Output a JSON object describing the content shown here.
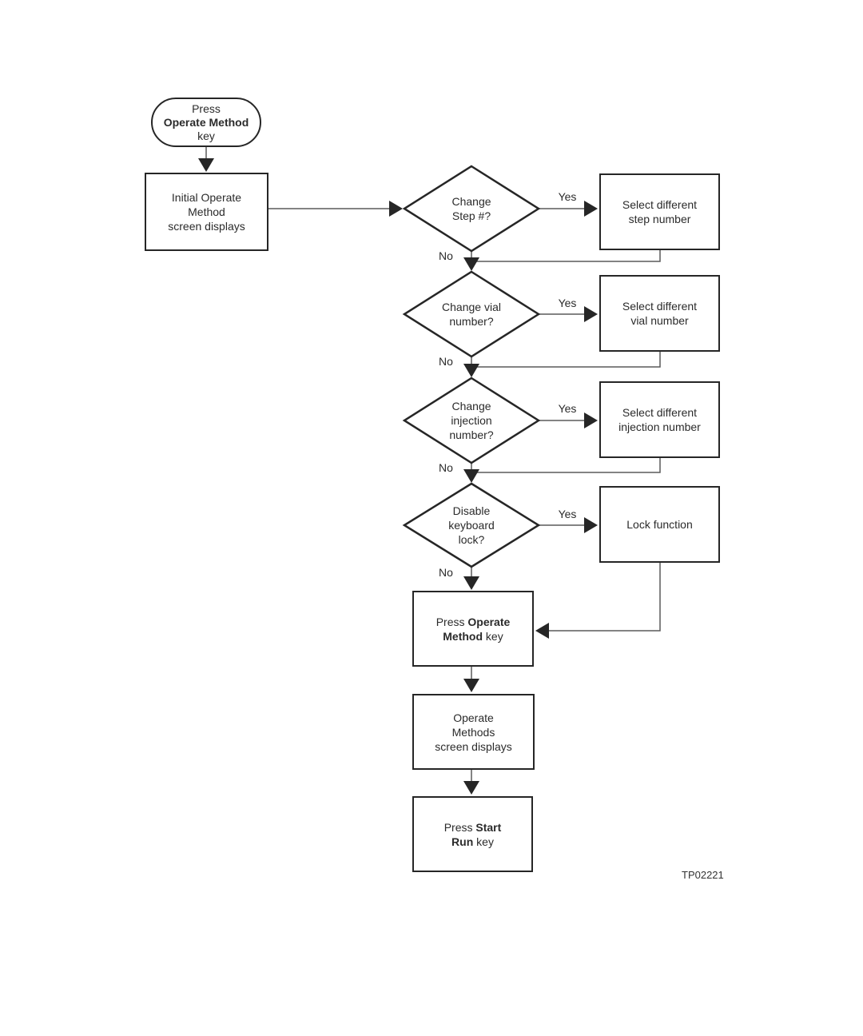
{
  "diagram": {
    "figure_id": "TP02221",
    "colors": {
      "background": "#ffffff",
      "shape_border": "#262626",
      "wire": "#5a5a5a",
      "text": "#2b2b2b"
    },
    "nodes": {
      "start": {
        "l1": "Press",
        "l2": "Operate Method",
        "l3": "key"
      },
      "initial": {
        "l1": "Initial Operate",
        "l2": "Method",
        "l3": "screen displays"
      },
      "d_step": {
        "l1": "Change",
        "l2": "Step #?"
      },
      "sel_step": {
        "l1": "Select different",
        "l2": "step number"
      },
      "d_vial": {
        "l1": "Change vial",
        "l2": "number?"
      },
      "sel_vial": {
        "l1": "Select different",
        "l2": "vial number"
      },
      "d_injection": {
        "l1": "Change",
        "l2": "injection",
        "l3": "number?"
      },
      "sel_injection": {
        "l1": "Select different",
        "l2": "injection number"
      },
      "d_lock": {
        "l1": "Disable",
        "l2": "keyboard",
        "l3": "lock?"
      },
      "lock_fn": {
        "l1": "Lock function"
      },
      "press_om": {
        "l1a": "Press ",
        "l1b": "Operate",
        "l2a": "Method",
        "l2b": " key"
      },
      "op_methods": {
        "l1": "Operate",
        "l2": "Methods",
        "l3": "screen displays"
      },
      "press_start": {
        "l1a": "Press ",
        "l1b": "Start",
        "l2a": "Run",
        "l2b": " key"
      }
    },
    "edges": {
      "step_yes": "Yes",
      "step_no": "No",
      "vial_yes": "Yes",
      "vial_no": "No",
      "injection_yes": "Yes",
      "injection_no": "No",
      "lock_yes": "Yes",
      "lock_no": "No"
    }
  }
}
